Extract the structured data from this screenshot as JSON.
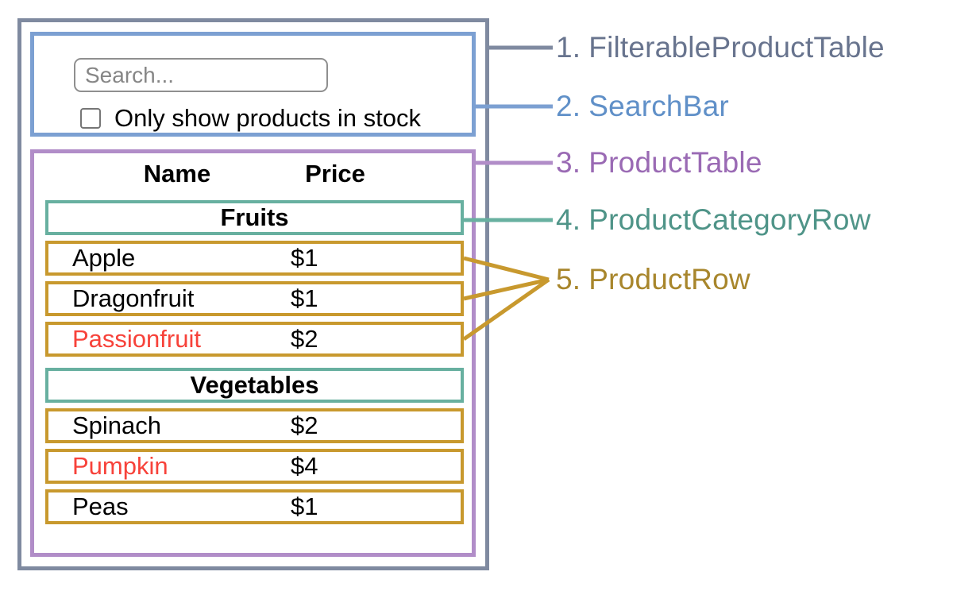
{
  "diagram": {
    "title": "React component hierarchy diagram (FilterableProductTable)",
    "search_bar": {
      "input_placeholder": "Search...",
      "input_value": "",
      "checkbox_checked": false,
      "checkbox_label": "Only show products in stock"
    },
    "table": {
      "columns": [
        "Name",
        "Price"
      ],
      "sections": [
        {
          "category": "Fruits",
          "rows": [
            {
              "name": "Apple",
              "price": "$1",
              "highlighted": false
            },
            {
              "name": "Dragonfruit",
              "price": "$1",
              "highlighted": false
            },
            {
              "name": "Passionfruit",
              "price": "$2",
              "highlighted": true
            }
          ]
        },
        {
          "category": "Vegetables",
          "rows": [
            {
              "name": "Spinach",
              "price": "$2",
              "highlighted": false
            },
            {
              "name": "Pumpkin",
              "price": "$4",
              "highlighted": true
            },
            {
              "name": "Peas",
              "price": "$1",
              "highlighted": false
            }
          ]
        }
      ]
    },
    "labels": [
      {
        "number": "1.",
        "name": "FilterableProductTable",
        "color": "#68748e"
      },
      {
        "number": "2.",
        "name": "SearchBar",
        "color": "#6090c8"
      },
      {
        "number": "3.",
        "name": "ProductTable",
        "color": "#9a6ab4"
      },
      {
        "number": "4.",
        "name": "ProductCategoryRow",
        "color": "#4f9488"
      },
      {
        "number": "5.",
        "name": "ProductRow",
        "color": "#a8862c"
      }
    ],
    "colors": {
      "outer_border": "#7f8aa0",
      "searchbar_border": "#7ca0d2",
      "table_border": "#b18dc8",
      "category_border": "#68b0a0",
      "row_border": "#c8992e",
      "highlight": "#f7423a"
    }
  }
}
